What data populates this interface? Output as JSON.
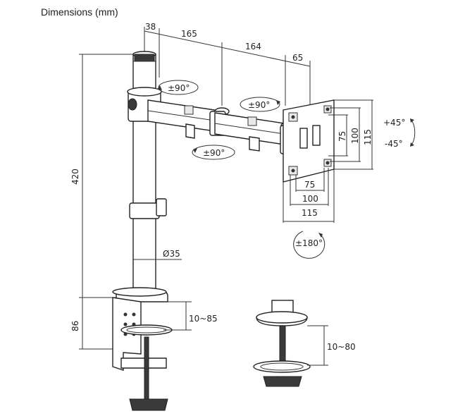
{
  "title": "Dimensions (mm)",
  "dimensions": {
    "pole_offset": "38",
    "arm1_length": "165",
    "arm2_length": "164",
    "head_offset": "65",
    "pole_height": "420",
    "pole_diameter": "Ø35",
    "clamp_height": "86",
    "desk_clamp_range": "10~85",
    "grommet_range": "10~80",
    "vesa_h_75": "75",
    "vesa_h_100": "100",
    "vesa_h_115": "115",
    "vesa_v_75": "75",
    "vesa_v_100": "100",
    "vesa_v_115": "115"
  },
  "rotations": {
    "pole_swivel": "±90°",
    "elbow_swivel": "±90°",
    "arm_swivel": "±90°",
    "tilt_up": "+45°",
    "tilt_down": "-45°",
    "rotate": "±180°"
  }
}
